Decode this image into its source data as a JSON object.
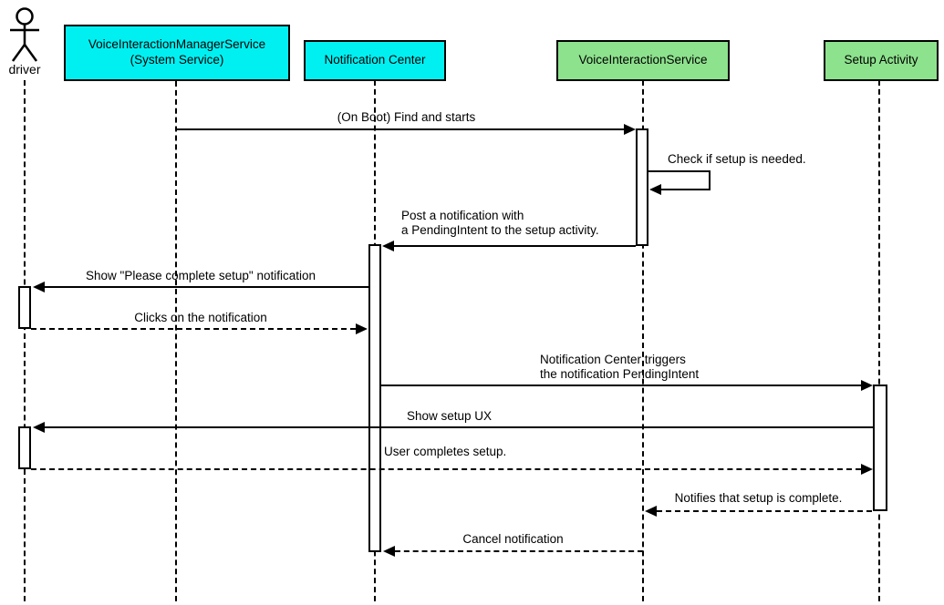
{
  "diagram_type": "uml-sequence-diagram",
  "colors": {
    "participant_cyan": "#00F0F2",
    "participant_green": "#8DE28D",
    "line": "#000000",
    "background": "#FFFFFF"
  },
  "actor": {
    "label": "driver"
  },
  "participants": [
    {
      "id": "voice-interaction-manager-service",
      "label": "VoiceInteractionManagerService\n(System Service)",
      "color": "cyan"
    },
    {
      "id": "notification-center",
      "label": "Notification Center",
      "color": "cyan"
    },
    {
      "id": "voice-interaction-service",
      "label": "VoiceInteractionService",
      "color": "green"
    },
    {
      "id": "setup-activity",
      "label": "Setup Activity",
      "color": "green"
    }
  ],
  "messages": [
    {
      "from": "voice-interaction-manager-service",
      "to": "voice-interaction-service",
      "label": "(On Boot) Find and starts",
      "style": "solid"
    },
    {
      "from": "voice-interaction-service",
      "to": "voice-interaction-service",
      "label": "Check if setup is needed.",
      "style": "solid",
      "self_message": true
    },
    {
      "from": "voice-interaction-service",
      "to": "notification-center",
      "label": "Post a notification with\na PendingIntent to the setup activity.",
      "style": "solid"
    },
    {
      "from": "notification-center",
      "to": "driver",
      "label": "Show \"Please complete setup\" notification",
      "style": "solid"
    },
    {
      "from": "driver",
      "to": "notification-center",
      "label": "Clicks on the notification",
      "style": "dashed"
    },
    {
      "from": "notification-center",
      "to": "setup-activity",
      "label": "Notification Center triggers\nthe notification PendingIntent",
      "style": "solid"
    },
    {
      "from": "setup-activity",
      "to": "driver",
      "label": "Show setup UX",
      "style": "solid"
    },
    {
      "from": "driver",
      "to": "setup-activity",
      "label": "User completes setup.",
      "style": "dashed"
    },
    {
      "from": "setup-activity",
      "to": "voice-interaction-service",
      "label": "Notifies that setup is complete.",
      "style": "dashed"
    },
    {
      "from": "voice-interaction-service",
      "to": "notification-center",
      "label": "Cancel notification",
      "style": "dashed"
    }
  ]
}
